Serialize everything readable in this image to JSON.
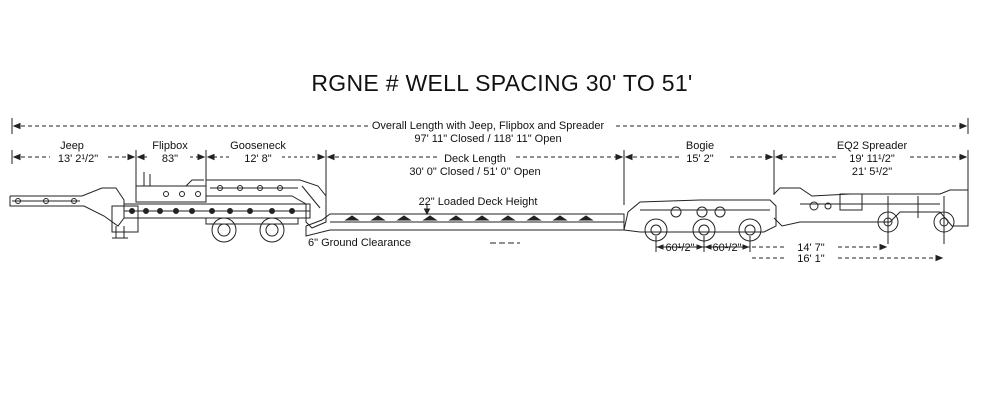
{
  "title": "RGNE # WELL SPACING 30' TO 51'",
  "overall": {
    "label": "Overall Length with Jeep, Flipbox and Spreader",
    "value": "97' 11\" Closed / 118' 11\" Open"
  },
  "sections": {
    "jeep": {
      "label": "Jeep",
      "value": "13' 2¹/2\""
    },
    "flipbox": {
      "label": "Flipbox",
      "value": "83\""
    },
    "gooseneck": {
      "label": "Gooseneck",
      "value": "12' 8\""
    },
    "deck": {
      "label": "Deck Length",
      "value": "30' 0\" Closed / 51' 0\" Open"
    },
    "bogie": {
      "label": "Bogie",
      "value": "15' 2\""
    },
    "spreader": {
      "label": "EQ2 Spreader",
      "value1": "19' 11¹/2\"",
      "value2": "21' 5¹/2\""
    }
  },
  "deck_height": "22\" Loaded Deck Height",
  "ground_clearance": "6\" Ground Clearance",
  "axle_spacing": {
    "a": "60¹/2\"",
    "b": "60¹/2\""
  },
  "spreader_spacing": {
    "v1": "14' 7\"",
    "v2": "16' 1\""
  },
  "line_color": "#222222"
}
